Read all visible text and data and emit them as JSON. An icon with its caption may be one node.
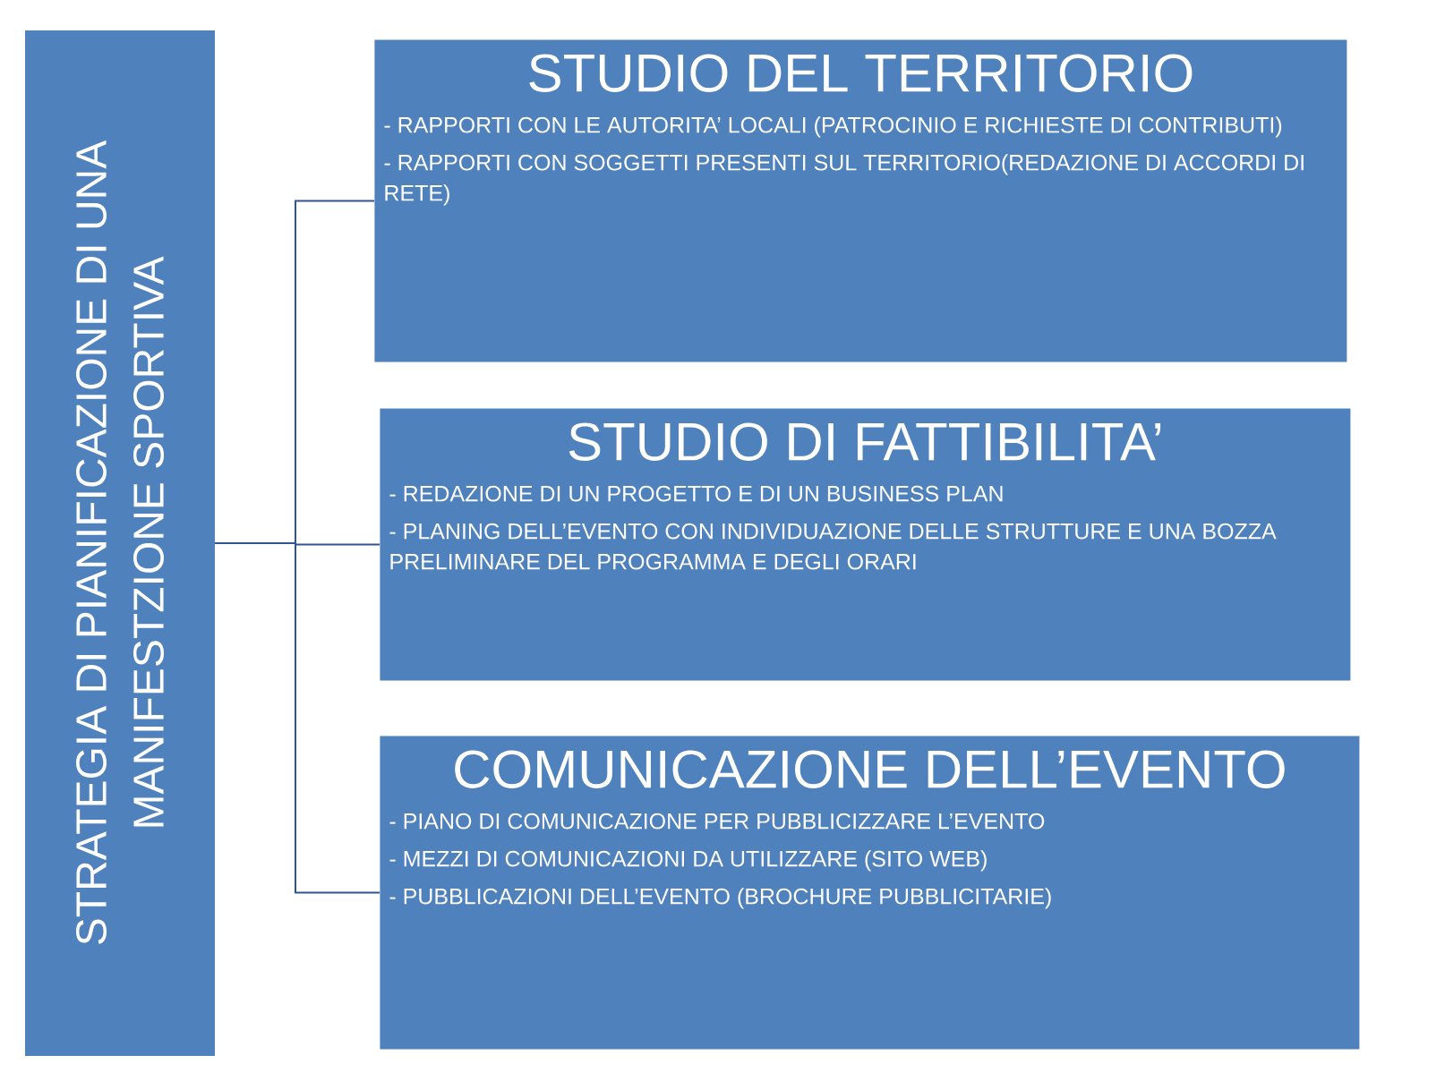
{
  "diagram": {
    "nodes": [
      {
        "text": [
          "STRATEGIA DI PIANIFICAZIONE DI UNA MANIFESTZIONE SPORTIVA"
        ]
      },
      {
        "text": [
          "STUDIO DEL TERRITORIO",
          "- RAPPORTI CON LE AUTORITA’ LOCALI (PATROCINIO E  RICHIESTE DI CONTRIBUTI)",
          "- RAPPORTI CON SOGGETTI PRESENTI SUL TERRITORIO(REDAZIONE DI ACCORDI DI RETE)"
        ]
      },
      {
        "text": [
          "STUDIO DI FATTIBILITA’",
          "- REDAZIONE DI UN PROGETTO E DI UN BUSINESS PLAN",
          "- PLANING DELL’EVENTO CON INDIVIDUAZIONE DELLE STRUTTURE E UNA BOZZA PRELIMINARE DEL PROGRAMMA E DEGLI ORARI"
        ]
      },
      {
        "text": [
          "COMUNICAZIONE DELL’EVENTO",
          "- PIANO DI COMUNICAZIONE PER PUBBLICIZZARE L’EVENTO",
          "- MEZZI DI COMUNICAZIONI DA UTILIZZARE (SITO WEB)",
          "- PUBBLICAZIONI DELL’EVENTO  (BROCHURE PUBBLICITARIE)"
        ]
      }
    ],
    "edges": [
      {
        "from": 0,
        "to": 1,
        "arrow": "none"
      },
      {
        "from": 0,
        "to": 2,
        "arrow": "none"
      },
      {
        "from": 0,
        "to": 3,
        "arrow": "none"
      }
    ]
  }
}
